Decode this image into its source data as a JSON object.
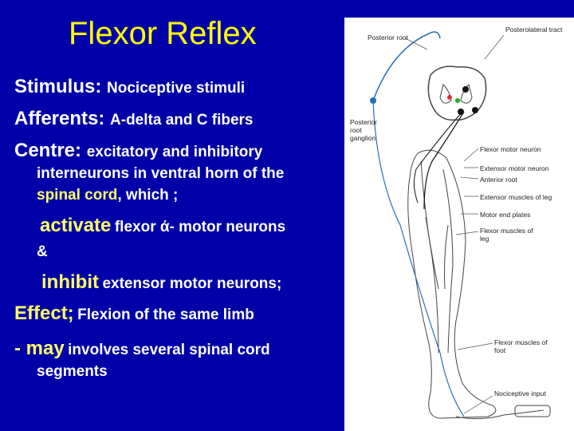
{
  "title": "Flexor Reflex",
  "lines": {
    "stimulus_label": "Stimulus:",
    "stimulus_value": "Nociceptive stimuli",
    "afferents_label": "Afferents:",
    "afferents_value": "A-delta and C fibers",
    "centre_label": "Centre:",
    "centre_value": "excitatory and inhibitory",
    "interneurons": "interneurons in ventral horn of the",
    "spinal_cord": "spinal cord",
    "which": ", which ;",
    "activate": "activate",
    "activate_rest": "flexor ά- motor neurons",
    "ampersand": "&",
    "inhibit": "inhibit",
    "inhibit_rest": "extensor motor neurons;",
    "effect_label": "Effect;",
    "effect_value": "Flexion of the same limb",
    "may_prefix": "- may",
    "may_rest": "involves several spinal cord",
    "segments": "segments"
  },
  "figure_labels": {
    "posterior_root": "Posterior root",
    "posterolateral_tract": "Posterolateral tract",
    "posterior_root_ganglion": "Posterior root ganglion",
    "flexor_motor_neuron": "Flexor motor neuron",
    "extensor_motor_neuron": "Extensor motor neuron",
    "anterior_root": "Anterior root",
    "extensor_muscles_leg": "Extensor muscles of leg",
    "motor_end_plates": "Motor end plates",
    "flexor_muscles_leg": "Flexor muscles of leg",
    "flexor_muscles_foot": "Flexor muscles of foot",
    "nociceptive_input": "Nociceptive input"
  },
  "colors": {
    "background": "#0000a8",
    "title": "#ffff00",
    "highlight": "#ffff66",
    "text": "#ffffff"
  }
}
